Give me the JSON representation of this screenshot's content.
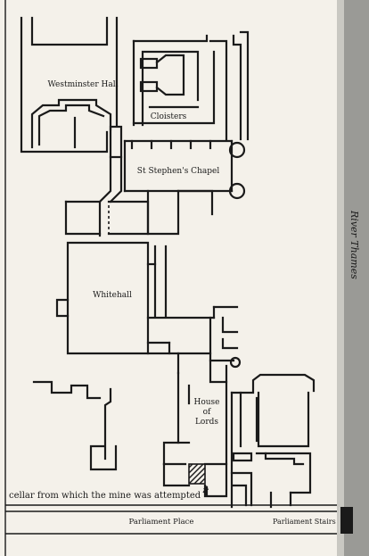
{
  "labels": {
    "westminster_hall": "Westminster Hall",
    "cloisters": "Cloisters",
    "st_stephens_chapel": "St Stephen's Chapel",
    "whitehall": "Whitehall",
    "house_of_lords_1": "House",
    "house_of_lords_2": "of",
    "house_of_lords_3": "Lords",
    "cellar": "cellar from which the mine was attempted",
    "parliament_place": "Parliament Place",
    "parliament_stairs": "Parliament Stairs",
    "river_thames": "River Thames"
  },
  "colors": {
    "paper": "#f4f1ea",
    "ink": "#1a1a1a",
    "river": "#9a9a96"
  }
}
